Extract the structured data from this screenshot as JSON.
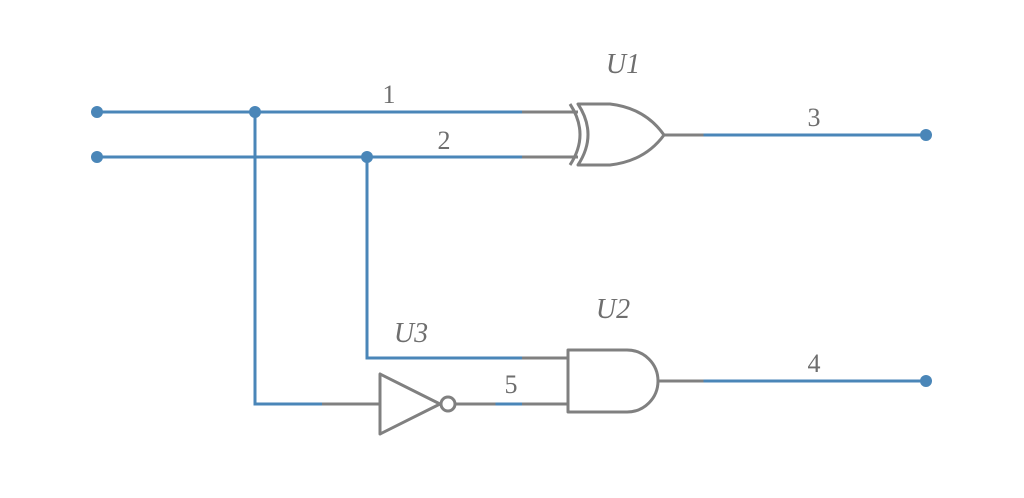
{
  "components": {
    "u1": {
      "ref": "U1",
      "type": "xor-gate"
    },
    "u2": {
      "ref": "U2",
      "type": "and-gate"
    },
    "u3": {
      "ref": "U3",
      "type": "not-gate"
    }
  },
  "nets": {
    "n1": "1",
    "n2": "2",
    "n3": "3",
    "n4": "4",
    "n5": "5"
  },
  "colors": {
    "wire": "#4a86b8",
    "component": "#808080",
    "label": "#6e6e6e"
  }
}
